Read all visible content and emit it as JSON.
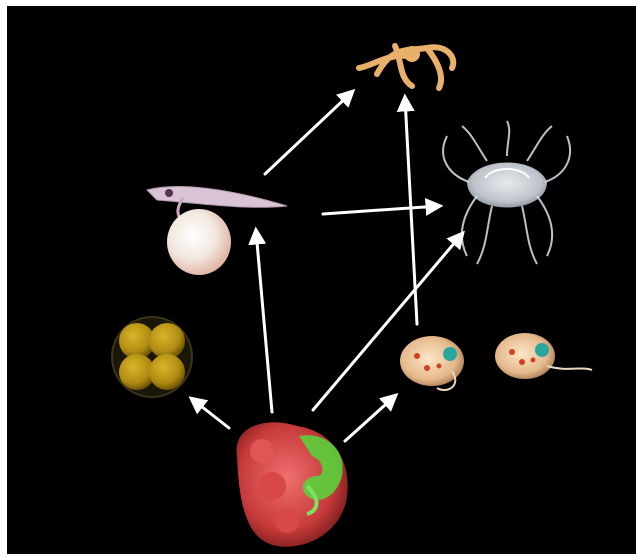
{
  "diagram": {
    "background": "#000000",
    "arrow_color": "#ffffff",
    "nodes": [
      {
        "id": "brittle-star",
        "label": ""
      },
      {
        "id": "fish-larva-with-yolk-sac",
        "label": ""
      },
      {
        "id": "medusa-jellyfish",
        "label": ""
      },
      {
        "id": "four-cell-embryo",
        "label": ""
      },
      {
        "id": "crustacean-larva-a",
        "label": ""
      },
      {
        "id": "crustacean-larva-b",
        "label": ""
      },
      {
        "id": "vertebrate-embryo-red-green",
        "label": ""
      }
    ],
    "edges": [
      {
        "from": "fish-larva-with-yolk-sac",
        "to": "brittle-star"
      },
      {
        "from": "fish-larva-with-yolk-sac",
        "to": "medusa-jellyfish"
      },
      {
        "from": "crustacean-larva-a",
        "to": "brittle-star"
      },
      {
        "from": "vertebrate-embryo-red-green",
        "to": "four-cell-embryo"
      },
      {
        "from": "vertebrate-embryo-red-green",
        "to": "fish-larva-with-yolk-sac"
      },
      {
        "from": "vertebrate-embryo-red-green",
        "to": "medusa-jellyfish"
      },
      {
        "from": "vertebrate-embryo-red-green",
        "to": "crustacean-larva-a"
      }
    ]
  }
}
